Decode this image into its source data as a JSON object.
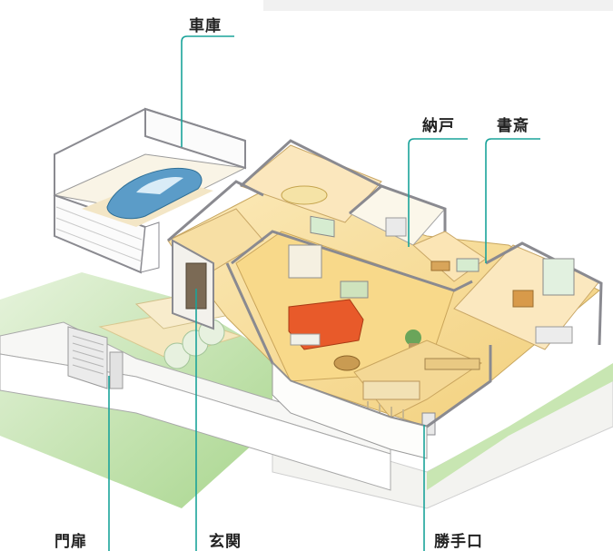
{
  "labels": {
    "garage": "車庫",
    "storage": "納戸",
    "study": "書斎",
    "gate": "門扉",
    "entrance": "玄関",
    "back_door": "勝手口"
  },
  "colors": {
    "leader_line": "#1aa39a",
    "floor_warm": "#f6dd9c",
    "lawn": "#b6dc9c",
    "wall_outline": "#8a8a90",
    "sofa": "#e85a2a",
    "car": "#5b9cc8"
  }
}
